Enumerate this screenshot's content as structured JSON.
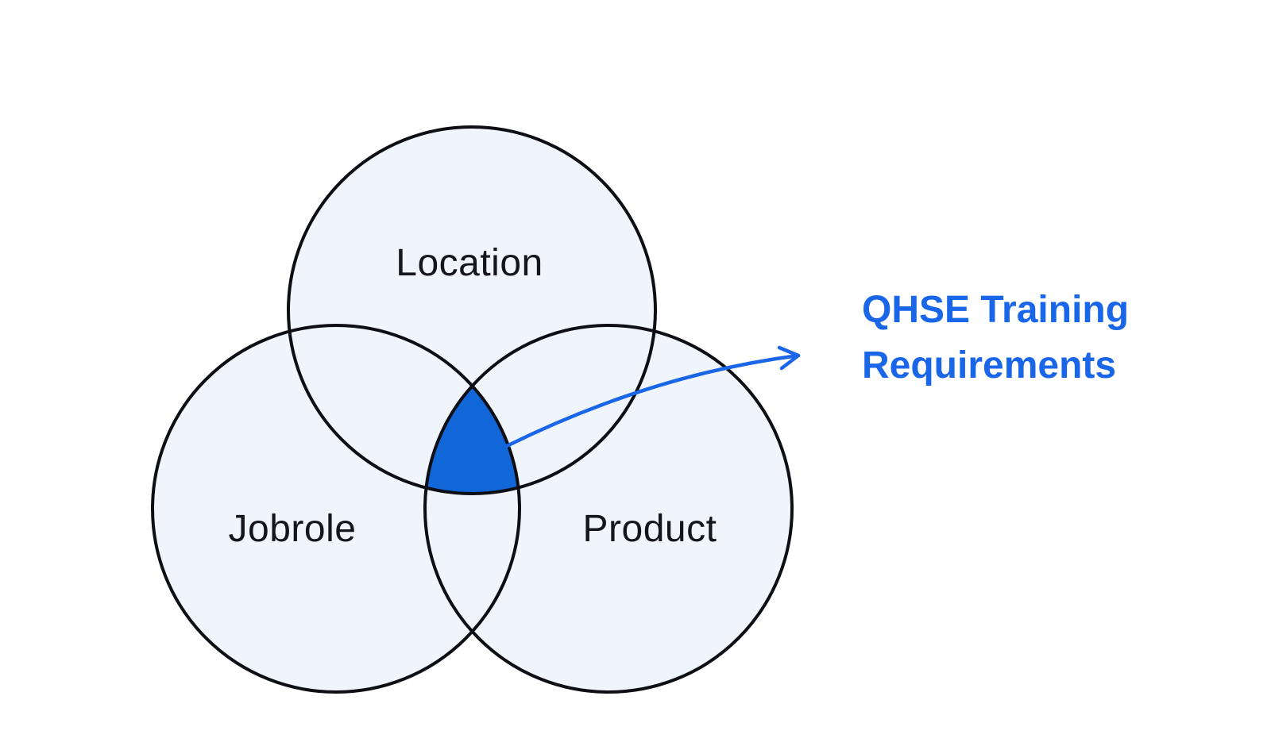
{
  "diagram": {
    "type": "venn-3-circle",
    "circles": [
      {
        "id": "location",
        "label": "Location"
      },
      {
        "id": "jobrole",
        "label": "Jobrole"
      },
      {
        "id": "product",
        "label": "Product"
      }
    ],
    "annotation": {
      "line1": "QHSE Training",
      "line2": "Requirements"
    },
    "colors": {
      "background": "#FFFFFF",
      "circle_fill": "#F0F4FB",
      "circle_stroke": "#0D0F14",
      "intersection_fill": "#1166D8",
      "accent": "#1A66E8"
    }
  }
}
